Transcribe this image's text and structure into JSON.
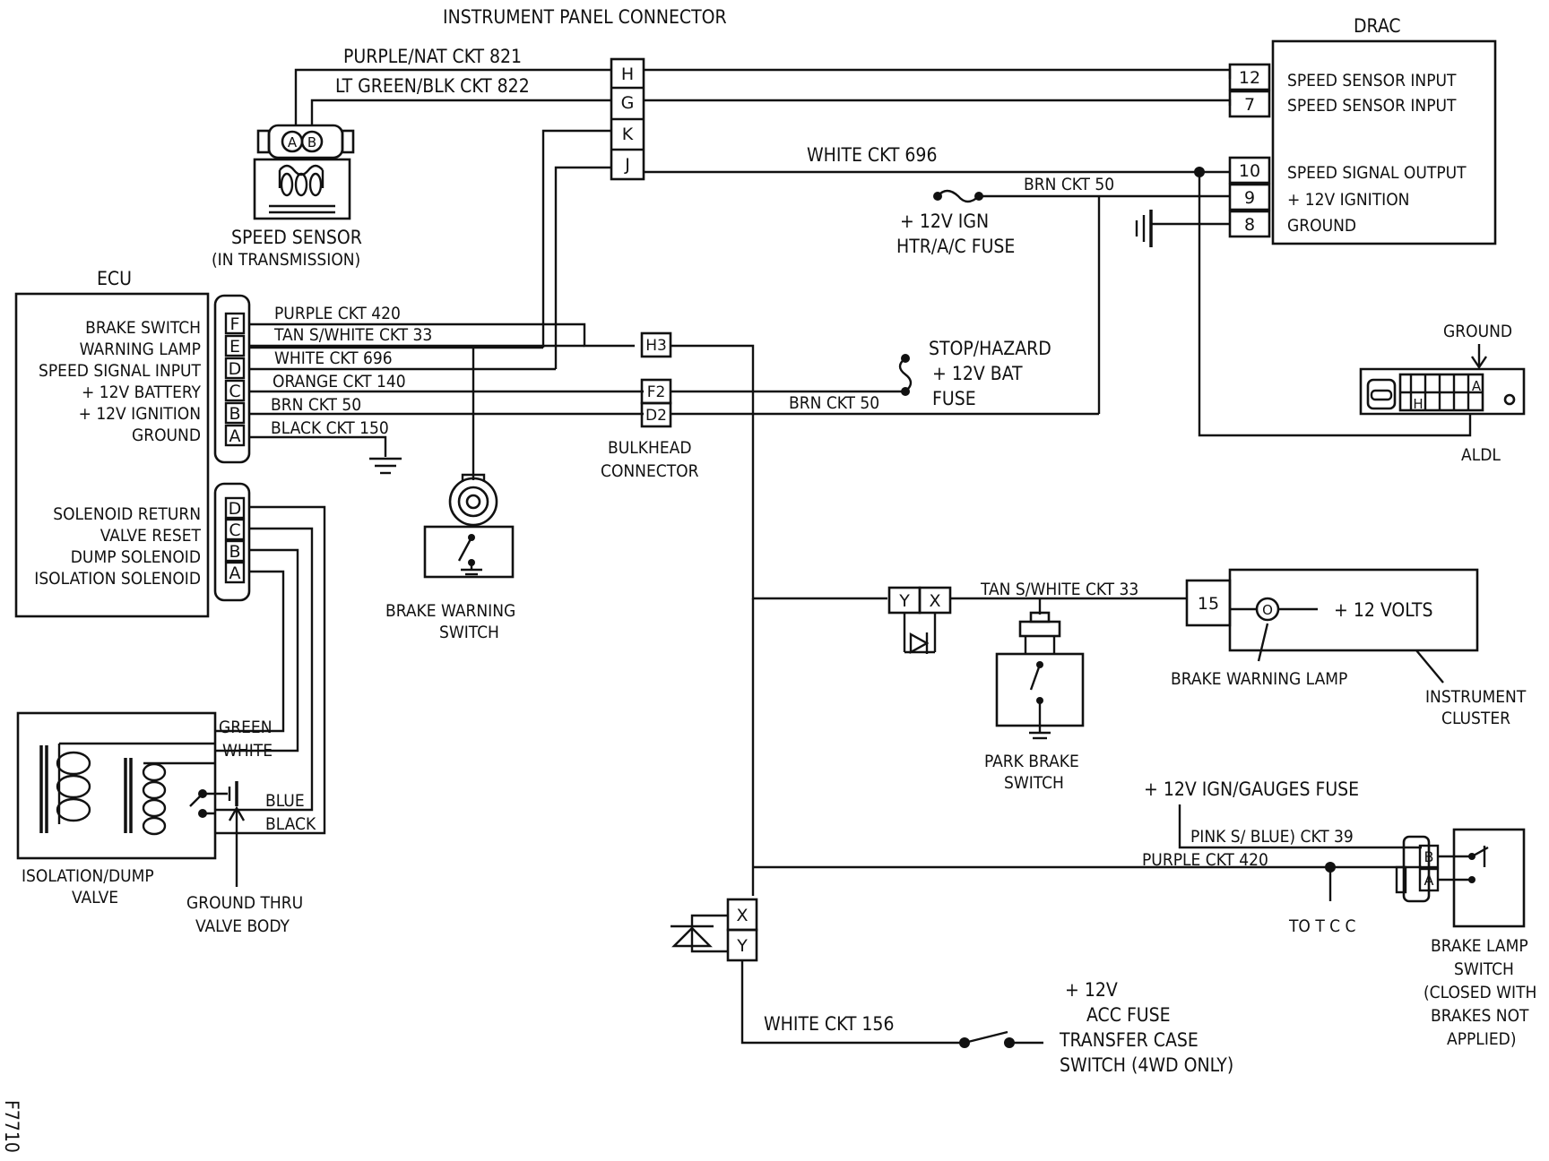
{
  "figure_id": "F7710",
  "panel": {
    "title": "INSTRUMENT PANEL CONNECTOR",
    "pins": [
      "H",
      "G",
      "K",
      "J"
    ]
  },
  "wires": {
    "purple_nat_821": "PURPLE/NAT CKT 821",
    "ltgreen_blk_822": "LT GREEN/BLK CKT 822",
    "white_696_top": "WHITE CKT 696",
    "brn_50_top": "BRN CKT 50",
    "purple_420": "PURPLE CKT 420",
    "tan_33": "TAN S/WHITE CKT 33",
    "white_696": "WHITE CKT 696",
    "orange_140": "ORANGE CKT 140",
    "brn_50": "BRN CKT 50",
    "black_150": "BLACK CKT 150",
    "brn_50_mid": "BRN CKT 50",
    "tan_33_right": "TAN S/WHITE CKT 33",
    "pink_39": "PINK S/ BLUE) CKT 39",
    "purple_420_right": "PURPLE CKT 420",
    "white_156": "WHITE CKT 156",
    "green": "GREEN",
    "white": "WHITE",
    "blue": "BLUE",
    "black": "BLACK"
  },
  "drac": {
    "title": "DRAC",
    "pins": [
      {
        "num": "12",
        "label": "SPEED SENSOR INPUT"
      },
      {
        "num": "7",
        "label": "SPEED SENSOR INPUT"
      },
      {
        "num": "10",
        "label": "SPEED SIGNAL OUTPUT"
      },
      {
        "num": "9",
        "label": "+ 12V IGNITION"
      },
      {
        "num": "8",
        "label": "GROUND"
      }
    ]
  },
  "ecu": {
    "title": "ECU",
    "upper_labels": [
      "BRAKE SWITCH",
      "WARNING LAMP",
      "SPEED SIGNAL INPUT",
      "+ 12V BATTERY",
      "+ 12V IGNITION",
      "GROUND"
    ],
    "upper_pins": [
      "F",
      "E",
      "D",
      "C",
      "B",
      "A"
    ],
    "lower_labels": [
      "SOLENOID RETURN",
      "VALVE RESET",
      "DUMP SOLENOID",
      "ISOLATION SOLENOID"
    ],
    "lower_pins": [
      "D",
      "C",
      "B",
      "A"
    ]
  },
  "speed_sensor": {
    "line1": "SPEED SENSOR",
    "line2": "(IN TRANSMISSION)",
    "pins": [
      "A",
      "B"
    ]
  },
  "fuse_htr": {
    "line1": "+ 12V IGN",
    "line2": "HTR/A/C FUSE"
  },
  "fuse_stop": {
    "line1": "STOP/HAZARD",
    "line2": "+ 12V BAT",
    "line3": "FUSE"
  },
  "bulkhead": {
    "pins": [
      "H3",
      "F2",
      "D2"
    ],
    "line1": "BULKHEAD",
    "line2": "CONNECTOR"
  },
  "brake_warning_switch": {
    "line1": "BRAKE WARNING",
    "line2": "SWITCH"
  },
  "aldl": {
    "title": "ALDL",
    "ground": "GROUND",
    "pins": [
      "A",
      "H"
    ]
  },
  "diode_connector": {
    "pins": [
      "Y",
      "X"
    ]
  },
  "park_brake": {
    "line1": "PARK BRAKE",
    "line2": "SWITCH"
  },
  "instrument_cluster": {
    "pin": "15",
    "volts": "+ 12 VOLTS",
    "lamp": "BRAKE WARNING LAMP",
    "line1": "INSTRUMENT",
    "line2": "CLUSTER"
  },
  "fuse_gauges": "+ 12V IGN/GAUGES FUSE",
  "to_tcc": "TO T C C",
  "brake_lamp_switch": {
    "pins": [
      "B",
      "A"
    ],
    "line1": "BRAKE LAMP",
    "line2": "SWITCH",
    "line3": "(CLOSED WITH",
    "line4": "BRAKES NOT",
    "line5": "APPLIED)"
  },
  "xy_connector": {
    "pins": [
      "X",
      "Y"
    ]
  },
  "acc_fuse": {
    "line1": "+ 12V",
    "line2": "ACC FUSE"
  },
  "transfer_case": {
    "line1": "TRANSFER CASE",
    "line2": "SWITCH (4WD ONLY)"
  },
  "valve": {
    "line1": "ISOLATION/DUMP",
    "line2": "VALVE"
  },
  "ground_valve": {
    "line1": "GROUND THRU",
    "line2": "VALVE BODY"
  }
}
